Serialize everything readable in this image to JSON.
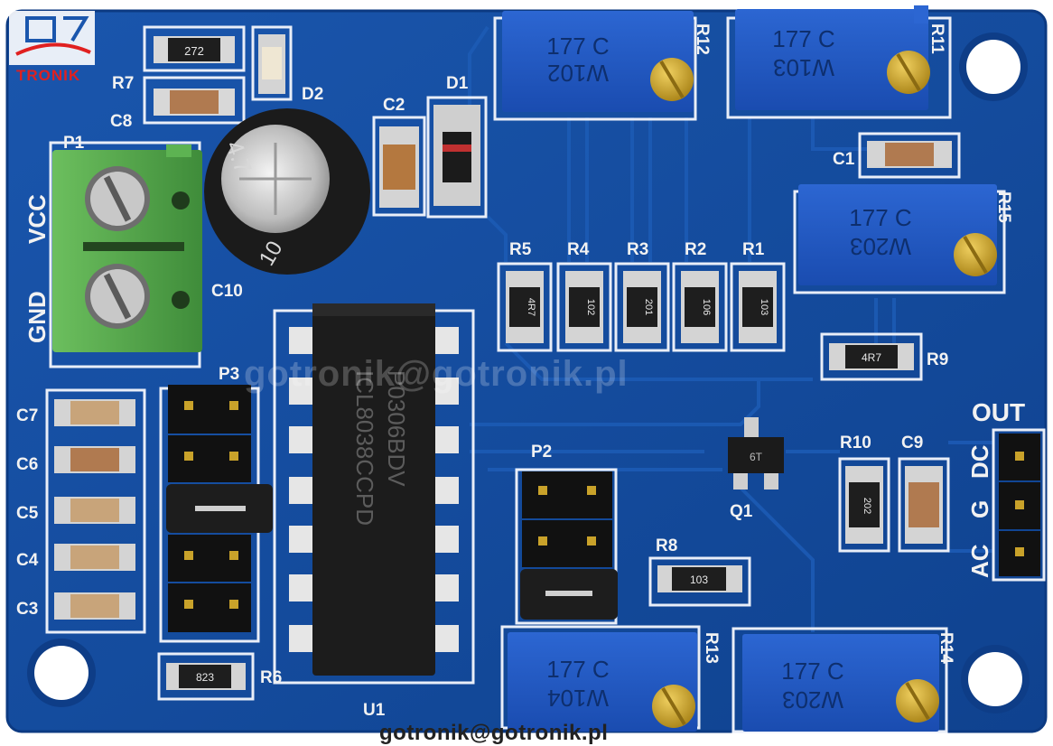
{
  "board": {
    "brand_logo": "TRONIK",
    "watermark": "gotronik@gotronik.pl",
    "footer": "gotronik@gotronik.pl"
  },
  "silkscreen": {
    "r7": "R7",
    "c8": "C8",
    "d2": "D2",
    "p1": "P1",
    "vcc": "VCC",
    "gnd": "GND",
    "c10": "C10",
    "c2": "C2",
    "d1": "D1",
    "r12": "R12",
    "r11": "R11",
    "c1": "C1",
    "r15": "R15",
    "r5": "R5",
    "r4": "R4",
    "r3": "R3",
    "r2": "R2",
    "r1": "R1",
    "r9": "R9",
    "p3": "P3",
    "c7": "C7",
    "c6": "C6",
    "c5": "C5",
    "c4": "C4",
    "c3": "C3",
    "p2": "P2",
    "r10": "R10",
    "c9": "C9",
    "q1": "Q1",
    "out": "OUT",
    "dc": "DC",
    "g": "G",
    "ac": "AC",
    "r8": "R8",
    "r13": "R13",
    "r14": "R14",
    "r6": "R6",
    "u1": "U1"
  },
  "markings": {
    "r7": "272",
    "r5": "4R7",
    "r4": "102",
    "r3": "201",
    "r2": "106",
    "r1": "103",
    "r9": "4R7",
    "r10": "202",
    "r8": "103",
    "r6": "823",
    "q1": "6T",
    "ic_line1": "ICL8038CCPD",
    "ic_line2": "P0306BDV",
    "pot_brand": "177 C",
    "pot_r12": "W102",
    "pot_r11": "W103",
    "pot_r15": "W203",
    "pot_r13": "W104",
    "pot_r14": "W203",
    "cap_top": "4.7",
    "cap_side": "10"
  },
  "colors": {
    "pcb": "#12499b",
    "silk": "#f2f2f2",
    "pot": "#1f58c2",
    "terminal": "#55a84e",
    "ic": "#1c1c1c",
    "brass": "#c9a22a"
  }
}
